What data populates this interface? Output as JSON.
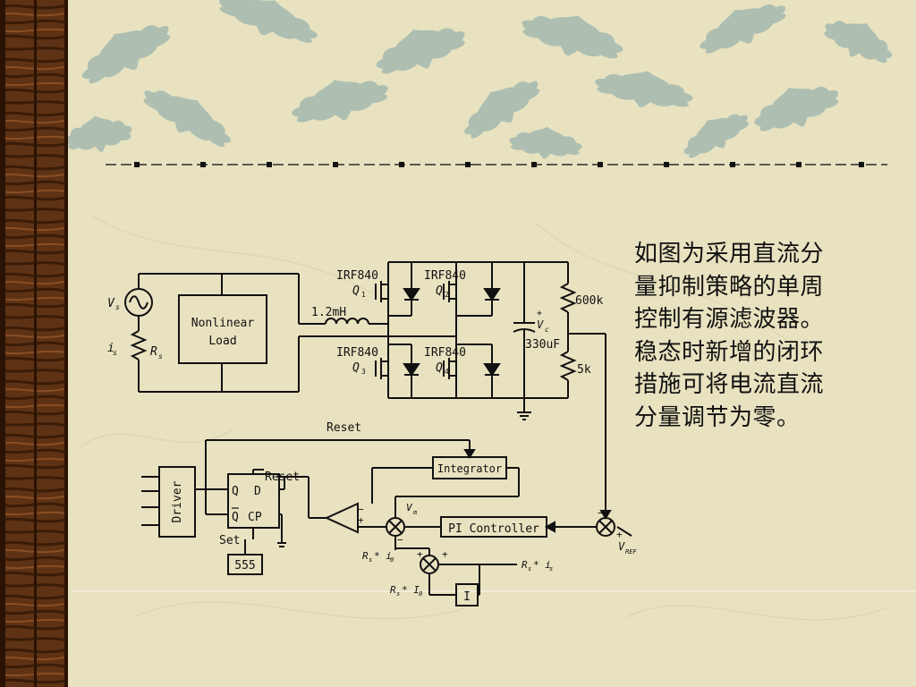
{
  "caption": "如图为采用直流分量抑制策略的单周控制有源滤波器。稳态时新增的闭环措施可将电流直流分量调节为零。",
  "colors": {
    "background": "#e8e2c0",
    "leaf": "#a7bcb0",
    "sidebar": "#5a2e12",
    "divider": "#2a2a2a",
    "ink": "#111111"
  },
  "icons": [
    "maple-leaf-pattern",
    "woodgrain-strip"
  ],
  "diagram": {
    "source": {
      "voltage": "V",
      "voltage_sub": "s",
      "current": "i",
      "current_sub": "s",
      "resistor": "R",
      "resistor_sub": "s"
    },
    "load": [
      "Nonlinear",
      "Load"
    ],
    "inductor": "1.2mH",
    "switches": [
      {
        "part": "IRF840",
        "name": "Q",
        "index": "1"
      },
      {
        "part": "IRF840",
        "name": "Q",
        "index": "2"
      },
      {
        "part": "IRF840",
        "name": "Q",
        "index": "3"
      },
      {
        "part": "IRF840",
        "name": "Q",
        "index": "4"
      }
    ],
    "capacitor": {
      "name": "V",
      "sub": "c",
      "value": "330uF",
      "plus": "+"
    },
    "divider": [
      "600k",
      "5k"
    ],
    "reset_top": "Reset",
    "reset_ff": "Reset",
    "integrator": "Integrator",
    "pi_controller": "PI Controller",
    "driver": "Driver",
    "flipflop": {
      "q": "Q",
      "d": "D",
      "qbar": "Q",
      "cp": "CP"
    },
    "set": "Set",
    "timer": "555",
    "vm": "V",
    "vm_sub": "m",
    "vref": "V",
    "vref_sub": "REF",
    "rs_i0": "R",
    "rs_i0_sub": "s",
    "rs_i0_rest": "* i",
    "rs_i0_idx": "0",
    "rs_is": "R",
    "rs_is_sub": "s",
    "rs_is_rest": "* i",
    "rs_is_idx": "s",
    "rs_I0": "R",
    "rs_I0_sub": "s",
    "rs_I0_rest": "* I",
    "rs_I0_idx": "0",
    "integral_block": "I",
    "plus": "+",
    "minus": "−"
  }
}
